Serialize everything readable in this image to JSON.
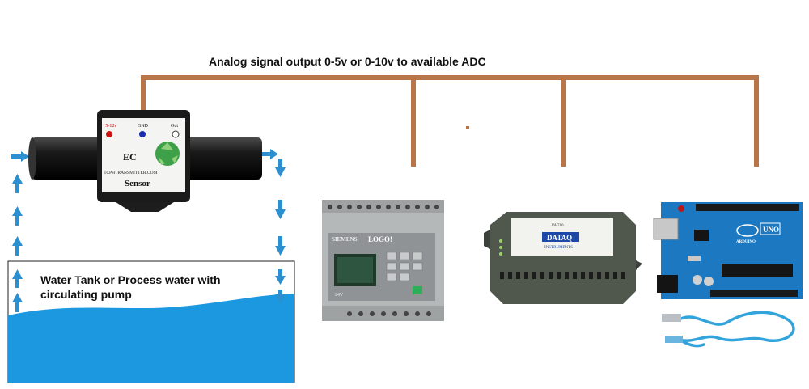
{
  "signal_label": "Analog signal output 0-5v or 0-10v  to available ADC",
  "tank_label": "Water Tank or Process water with circulating pump",
  "sensor": {
    "label_power": "+5-12v",
    "label_gnd": "GND",
    "label_out": "Out",
    "label_ec": "EC",
    "label_site": "ECPHTRANSMITTER.COM",
    "label_name": "Sensor"
  },
  "plc": {
    "brand": "SIEMENS",
    "model": "LOGO!",
    "badge": "24V"
  },
  "daq": {
    "brand": "DATAQ",
    "subtitle": "INSTRUMENTS",
    "model": "DI-710"
  },
  "arduino": {
    "brand": "ARDUINO",
    "model": "UNO"
  },
  "colors": {
    "wire": "#b9754a",
    "water": "#1b98e0",
    "arrow": "#2b8fd0"
  }
}
